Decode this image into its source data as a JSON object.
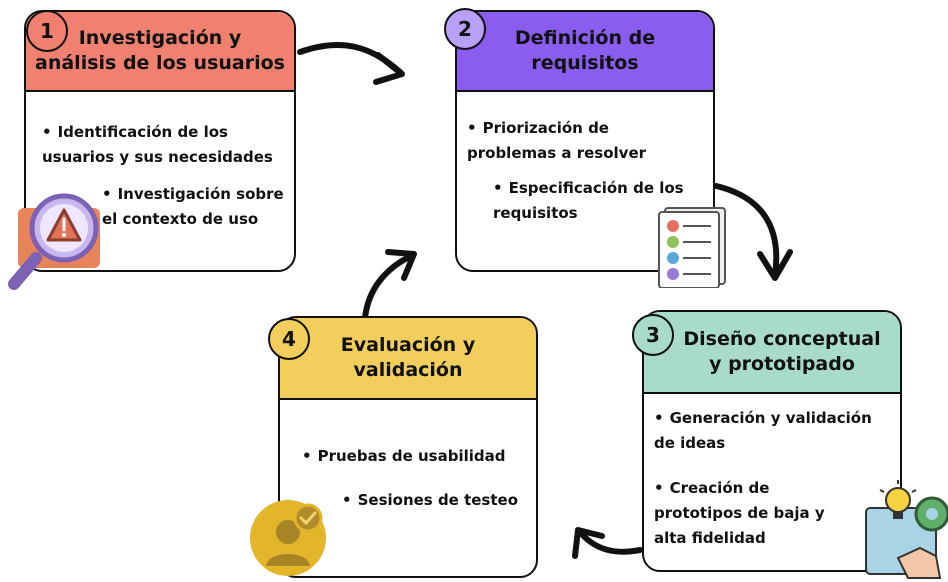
{
  "colors": {
    "step1": "#f08070",
    "step2": "#8a5cf0",
    "step3": "#a8dcc8",
    "step4": "#f2cf5c",
    "badge1": "#f08070",
    "badge2": "#b7a0f5",
    "badge3": "#a8dcc8",
    "badge4": "#f2cf5c"
  },
  "steps": [
    {
      "number": "1",
      "title_line1": "Investigación y",
      "title_line2": "análisis de los usuarios",
      "bullets": [
        {
          "line1": "Identificación de los",
          "line2": "usuarios y sus necesidades"
        },
        {
          "line1": "Investigación sobre",
          "line2": "el contexto de uso"
        }
      ],
      "icon": "magnifier-warning-icon"
    },
    {
      "number": "2",
      "title_line1": "Definición de",
      "title_line2": "requisitos",
      "bullets": [
        {
          "line1": "Priorización de",
          "line2": "problemas a resolver"
        },
        {
          "line1": "Especificación de los",
          "line2": "requisitos"
        }
      ],
      "icon": "checklist-icon"
    },
    {
      "number": "3",
      "title_line1": "Diseño conceptual",
      "title_line2": "y prototipado",
      "bullets": [
        {
          "line1": "Generación y validación",
          "line2": "de ideas"
        },
        {
          "line1": "Creación de",
          "line2": "prototipos de baja y",
          "line3": "alta fidelidad"
        }
      ],
      "icon": "lightbulb-gear-icon"
    },
    {
      "number": "4",
      "title_line1": "Evaluación y",
      "title_line2": "validación",
      "bullets": [
        {
          "line1": "Pruebas de usabilidad"
        },
        {
          "line1": "Sesiones de testeo"
        }
      ],
      "icon": "user-check-icon"
    }
  ]
}
